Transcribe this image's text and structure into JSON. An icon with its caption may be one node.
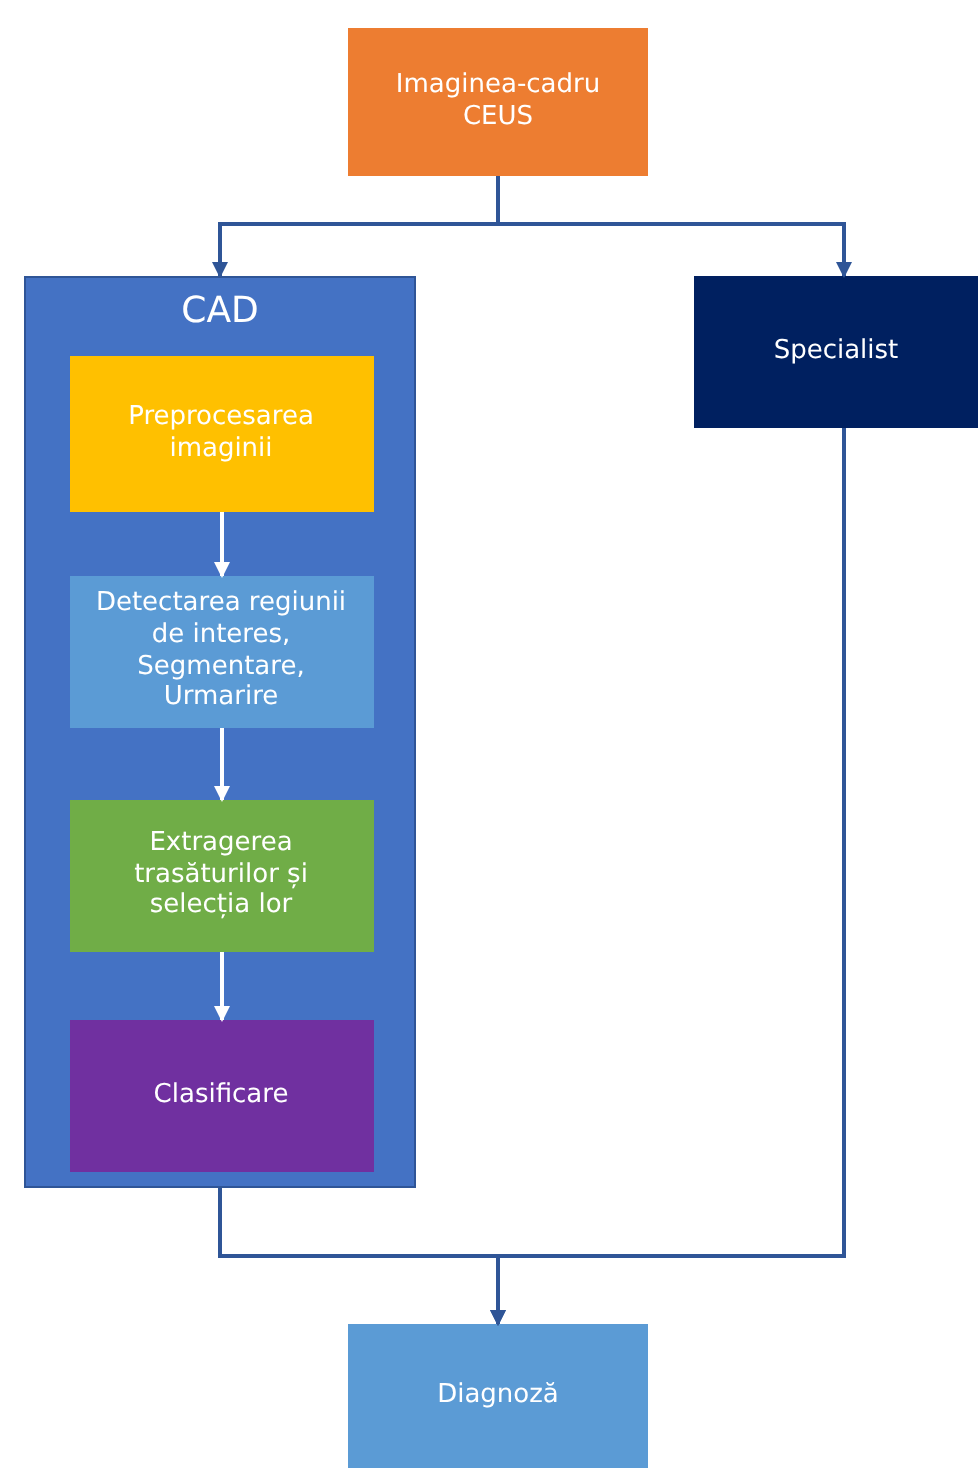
{
  "diagram": {
    "nodes": [
      {
        "text": [
          "Imaginea-cadru CEUS"
        ]
      },
      {
        "text": [
          "CAD"
        ]
      },
      {
        "text": [
          "Preprocesarea imaginii"
        ],
        "in": 1
      },
      {
        "text": [
          "Detectarea regiunii de interes, Segmentare, Urmarire"
        ],
        "in": 1
      },
      {
        "text": [
          "Extragerea trasăturilor și selecția lor"
        ],
        "in": 1
      },
      {
        "text": [
          "Clasificare"
        ],
        "in": 1
      },
      {
        "text": [
          "Specialist"
        ]
      },
      {
        "text": [
          "Diagnoză"
        ]
      }
    ],
    "edges": [
      {
        "from": 0,
        "to": 1,
        "arrow": "to"
      },
      {
        "from": 0,
        "to": 6,
        "arrow": "to"
      },
      {
        "from": 2,
        "to": 3,
        "arrow": "to",
        "color": "#ffffff"
      },
      {
        "from": 3,
        "to": 4,
        "arrow": "to",
        "color": "#ffffff"
      },
      {
        "from": 4,
        "to": 5,
        "arrow": "to",
        "color": "#ffffff"
      },
      {
        "from": 1,
        "to": 7,
        "arrow": "to"
      },
      {
        "from": 6,
        "to": 7,
        "arrow": "to"
      }
    ]
  }
}
